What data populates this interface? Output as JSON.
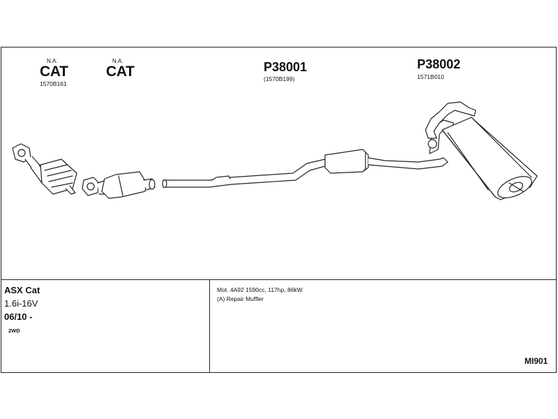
{
  "labels": {
    "cat1": {
      "na": "N.A.",
      "title": "CAT",
      "code": "1570B161"
    },
    "cat2": {
      "na": "N.A.",
      "title": "CAT"
    },
    "part1": {
      "number": "P38001",
      "code": "(1570B199)"
    },
    "part2": {
      "number": "P38002",
      "code": "1571B010"
    }
  },
  "vehicle": {
    "model": "ASX Cat",
    "engine": "1.6i-16V",
    "date": "06/10 -",
    "drive": "2WD"
  },
  "notes": {
    "spec": "Mot. 4A92 1590cc, 117hp, 86kW",
    "repair": "(A) Repair Muffler"
  },
  "diagram_code": "MI901"
}
